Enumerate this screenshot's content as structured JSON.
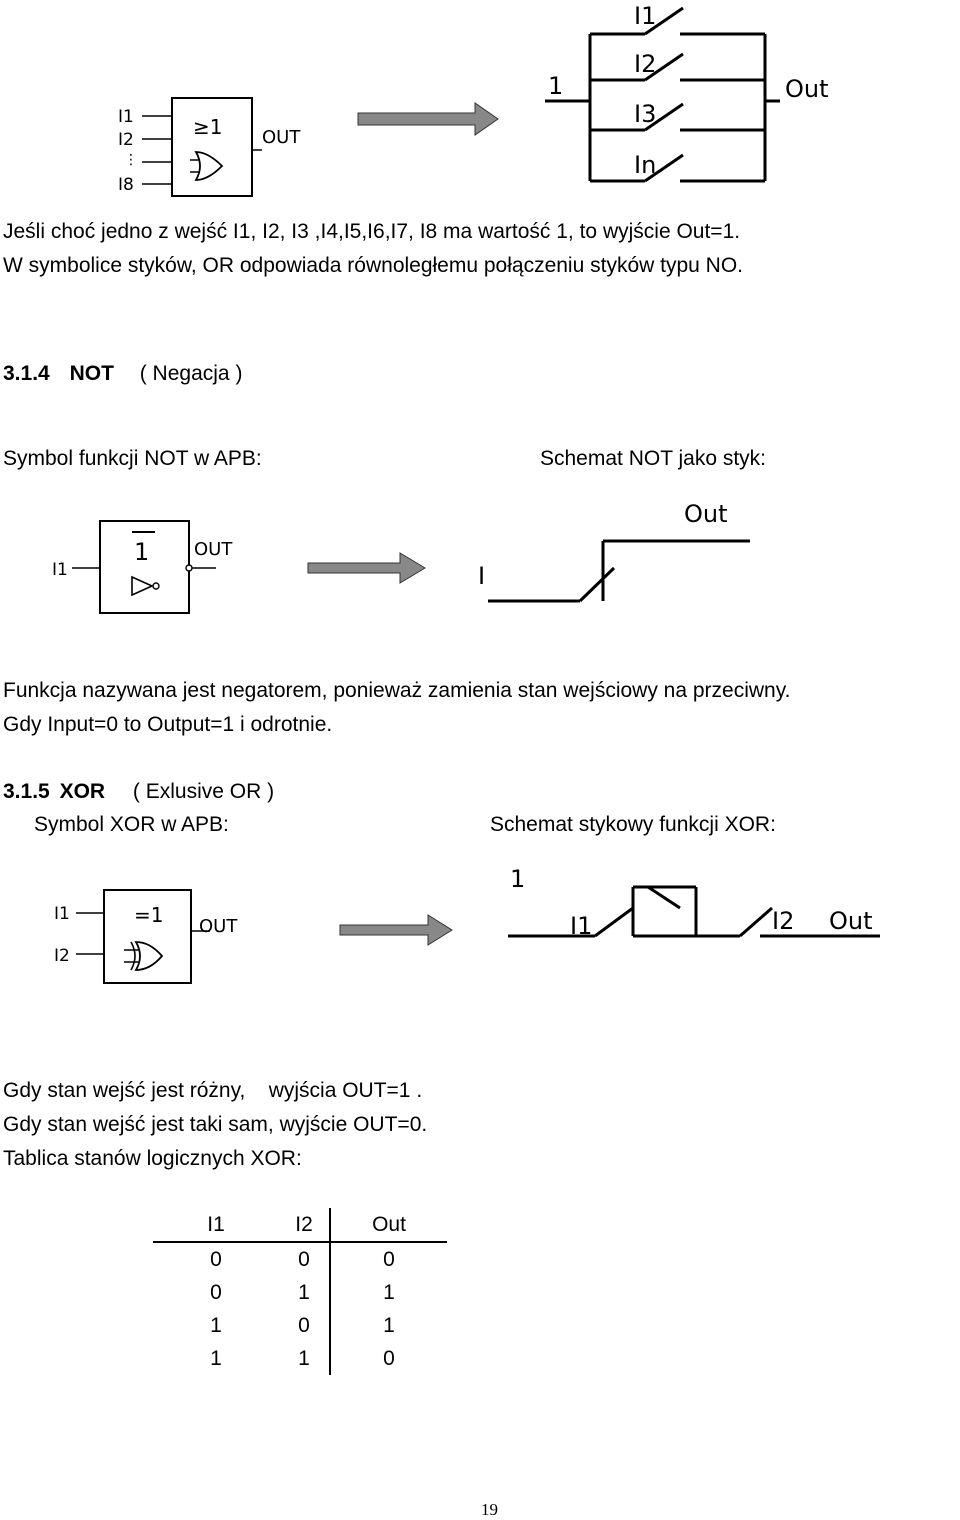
{
  "or_section": {
    "gate": {
      "inputs": [
        "I1",
        "I2",
        "I8"
      ],
      "ellipsis": "⋮",
      "symbol": "≥1",
      "output": "OUT"
    },
    "contact": {
      "input": "1",
      "contacts": [
        "I1",
        "I2",
        "I3",
        "In"
      ],
      "output": "Out"
    },
    "line1": "Jeśli choć jedno z wejść I1, I2, I3 ,I4,I5,I6,I7, I8 ma wartość 1, to wyjście Out=1.",
    "line2": "W symbolice styków, OR odpowiada równoległemu połączeniu styków typu NO."
  },
  "not_section": {
    "number": "3.1.4",
    "name": "NOT",
    "subtitle": "( Negacja )",
    "symbol_label": "Symbol funkcji NOT w APB:",
    "schema_label": "Schemat NOT jako styk:",
    "gate": {
      "input": "I1",
      "symbol": "1",
      "output": "OUT"
    },
    "contact": {
      "input": "I",
      "output": "Out"
    },
    "desc1": "Funkcja nazywana jest negatorem, ponieważ zamienia stan wejściowy na przeciwny.",
    "desc2": "Gdy Input=0 to Output=1 i odrotnie."
  },
  "xor_section": {
    "number": "3.1.5",
    "name": "XOR",
    "subtitle": "( Exlusive OR )",
    "symbol_label": "Symbol XOR w APB:",
    "schema_label": "Schemat stykowy funkcji XOR:",
    "gate": {
      "inputs": [
        "I1",
        "I2"
      ],
      "symbol": "=1",
      "output": "OUT"
    },
    "contact": {
      "input": "1",
      "contact1": "I1",
      "contact2": "I2",
      "output": "Out"
    },
    "desc1": "Gdy stan wejść jest różny,    wyjścia OUT=1 .",
    "desc2": "Gdy stan wejść jest taki sam, wyjście OUT=0.",
    "desc3": "Tablica stanów logicznych XOR:",
    "truth_table": {
      "headers": [
        "I1",
        "I2",
        "Out"
      ],
      "rows": [
        [
          "0",
          "0",
          "0"
        ],
        [
          "0",
          "1",
          "1"
        ],
        [
          "1",
          "0",
          "1"
        ],
        [
          "1",
          "1",
          "0"
        ]
      ]
    }
  },
  "page_number": "19"
}
